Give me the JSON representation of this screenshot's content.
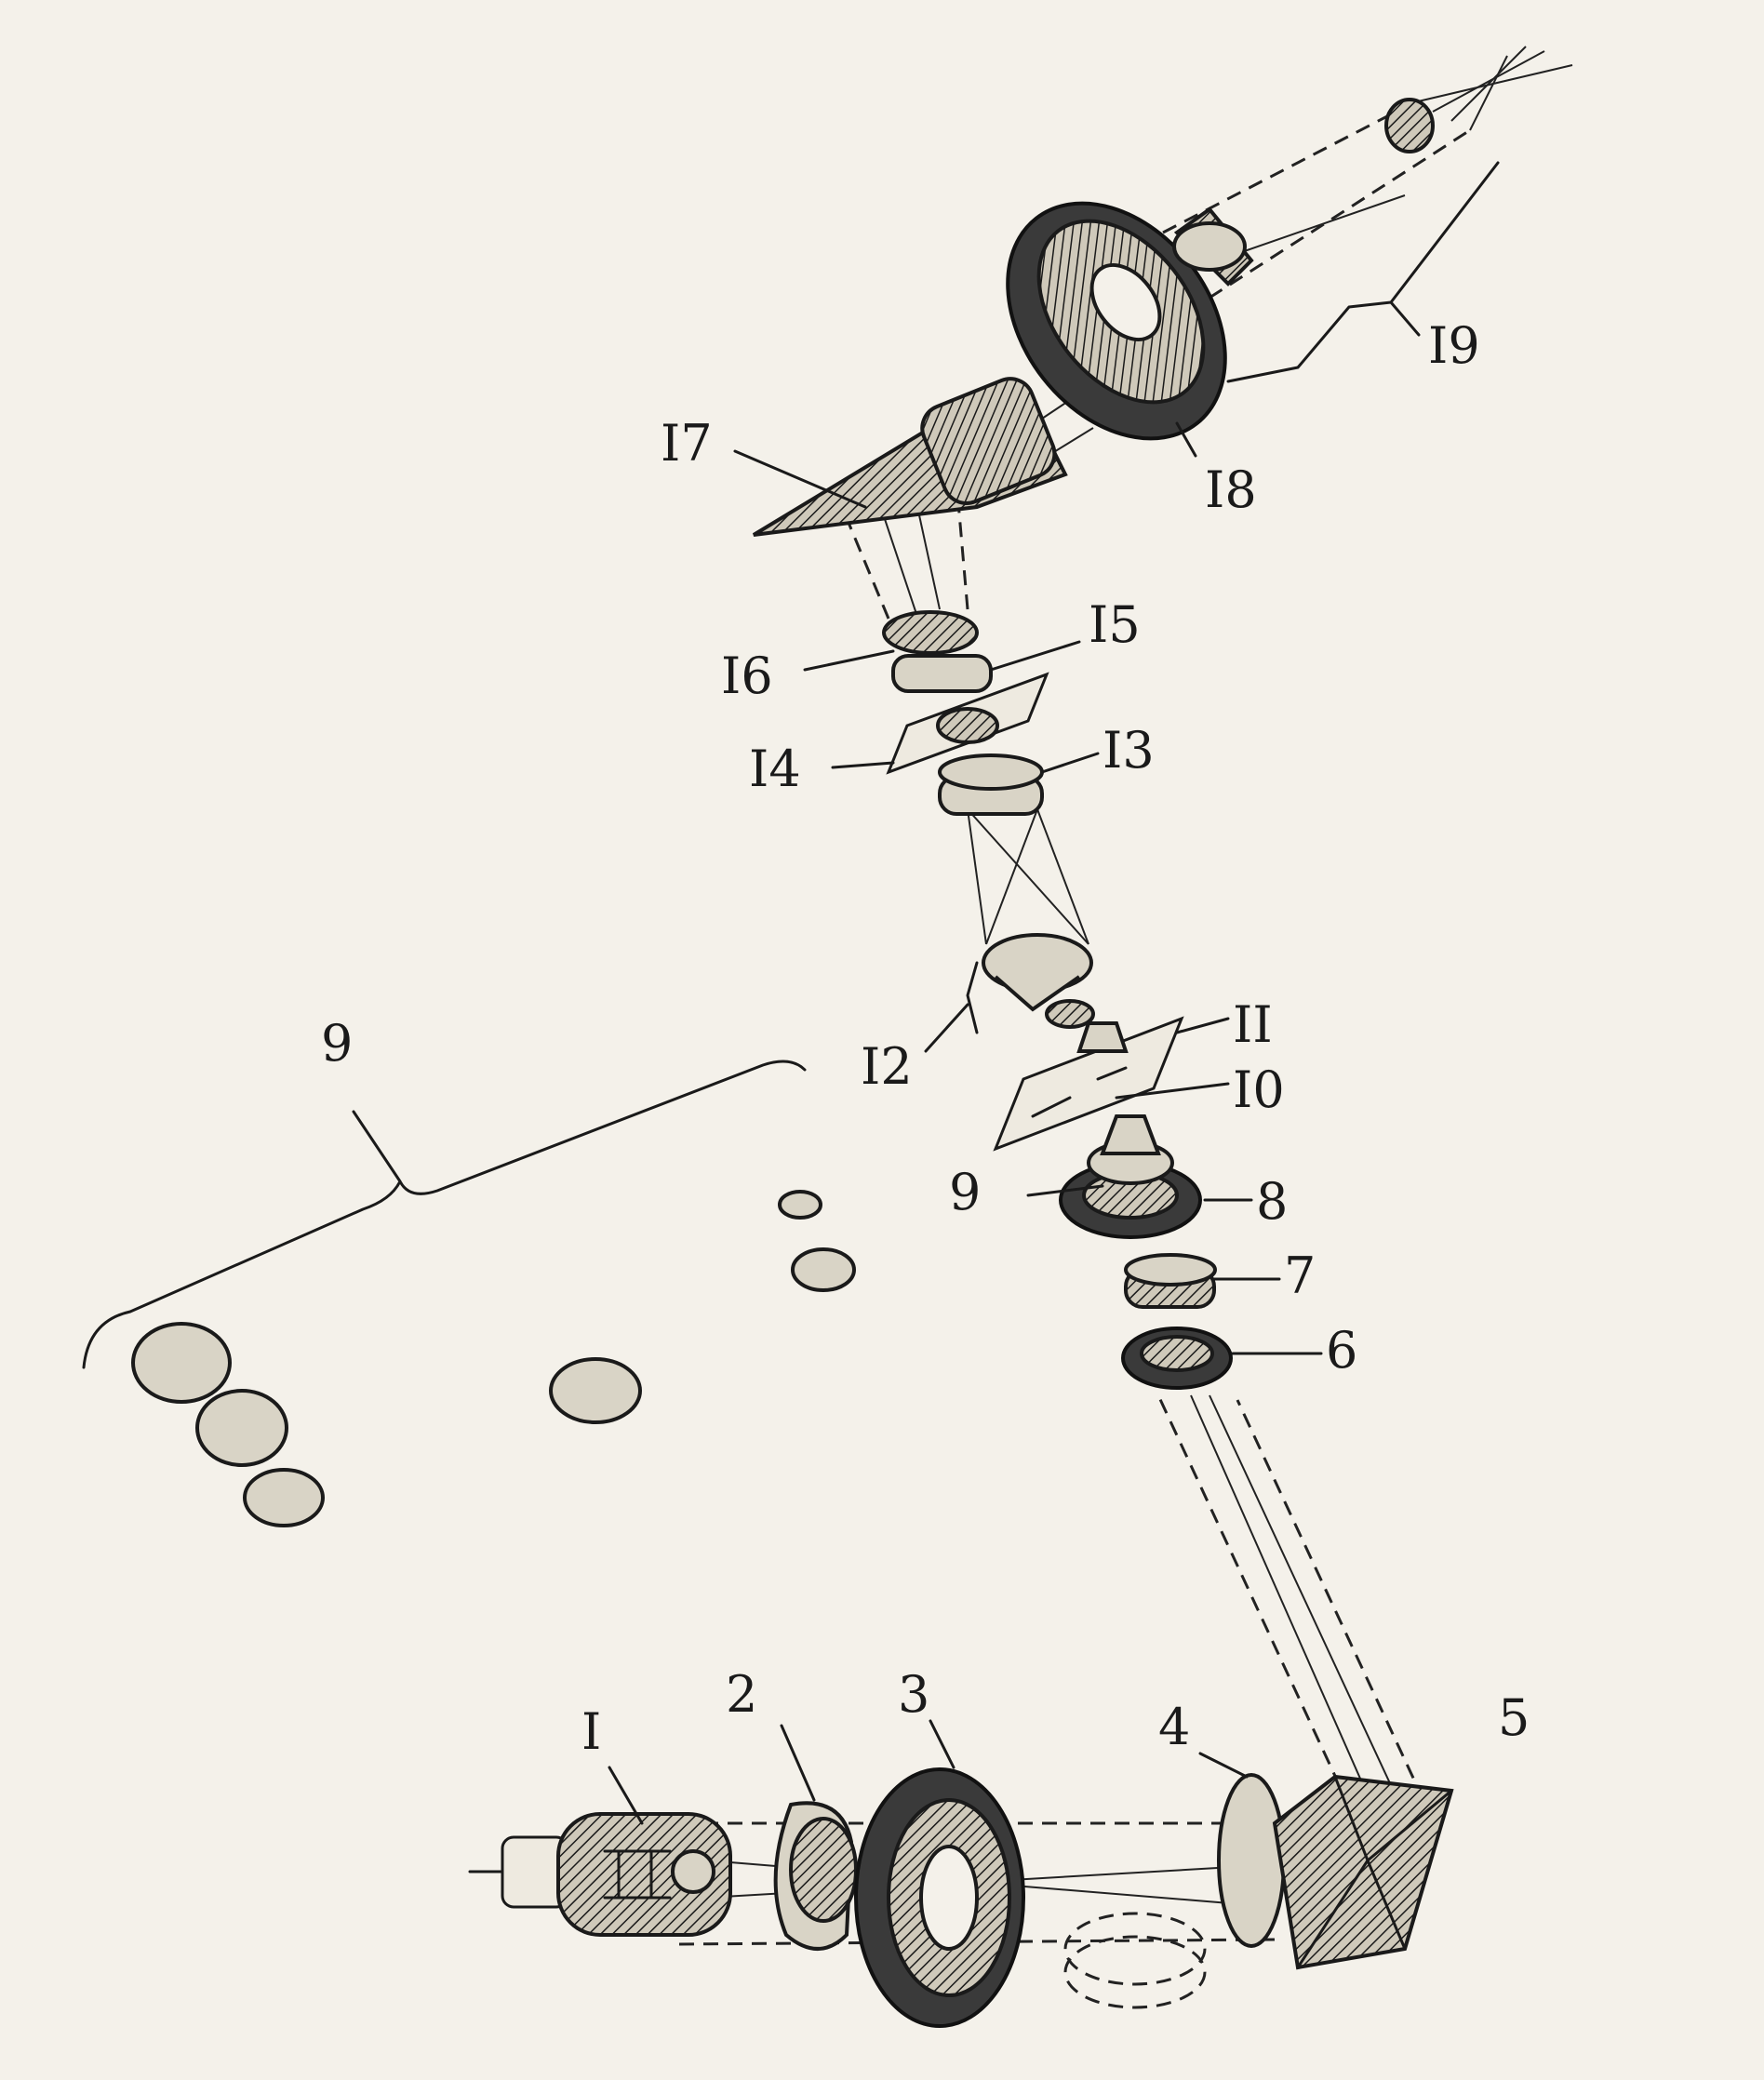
{
  "labels": {
    "l1": "I",
    "l2": "2",
    "l3": "3",
    "l4": "4",
    "l5": "5",
    "l6": "6",
    "l7": "7",
    "l8": "8",
    "l9": "9",
    "l9_group": "9",
    "l10": "I0",
    "l11": "II",
    "l12": "I2",
    "l13": "I3",
    "l14": "I4",
    "l15": "I5",
    "l16": "I6",
    "l17": "I7",
    "l18": "I8",
    "l19": "I9"
  },
  "colors": {
    "ink": "#1a1a1a",
    "paper": "#f4f1ea"
  }
}
